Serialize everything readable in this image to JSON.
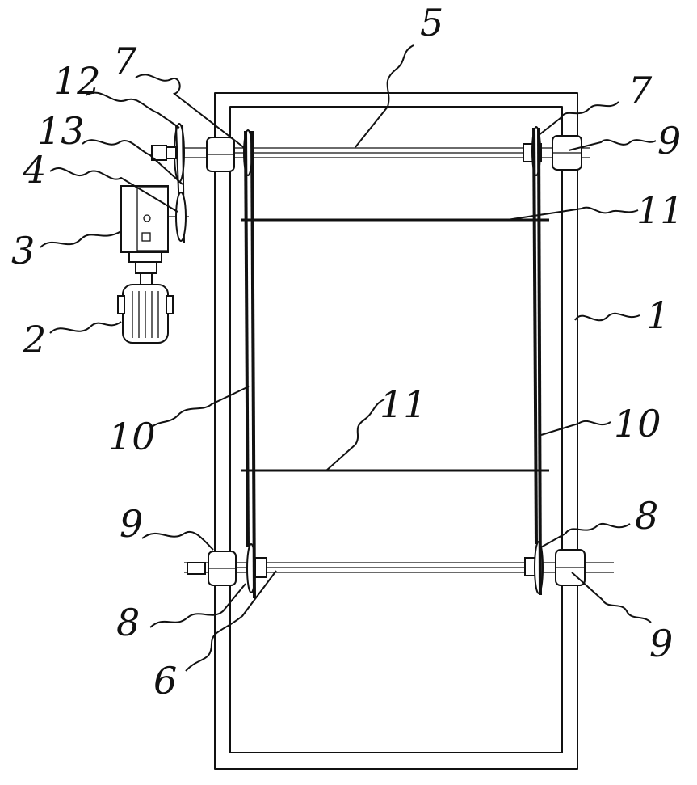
{
  "labels": {
    "frame": "1",
    "motor": "2",
    "reducer": "3",
    "reducer_sprocket": "4",
    "upper_shaft": "5",
    "lower_shaft": "6",
    "upper_left_sprocket": "7",
    "upper_right_sprocket": "7",
    "lower_left_sprocket": "8",
    "lower_right_sprocket": "8",
    "upper_right_bearing": "9",
    "lower_left_bearing": "9",
    "lower_right_bearing": "9",
    "left_chain": "10",
    "right_chain": "10",
    "upper_crossbar": "11",
    "lower_crossbar": "11",
    "drive_sprocket": "12",
    "drive_chain": "13"
  }
}
